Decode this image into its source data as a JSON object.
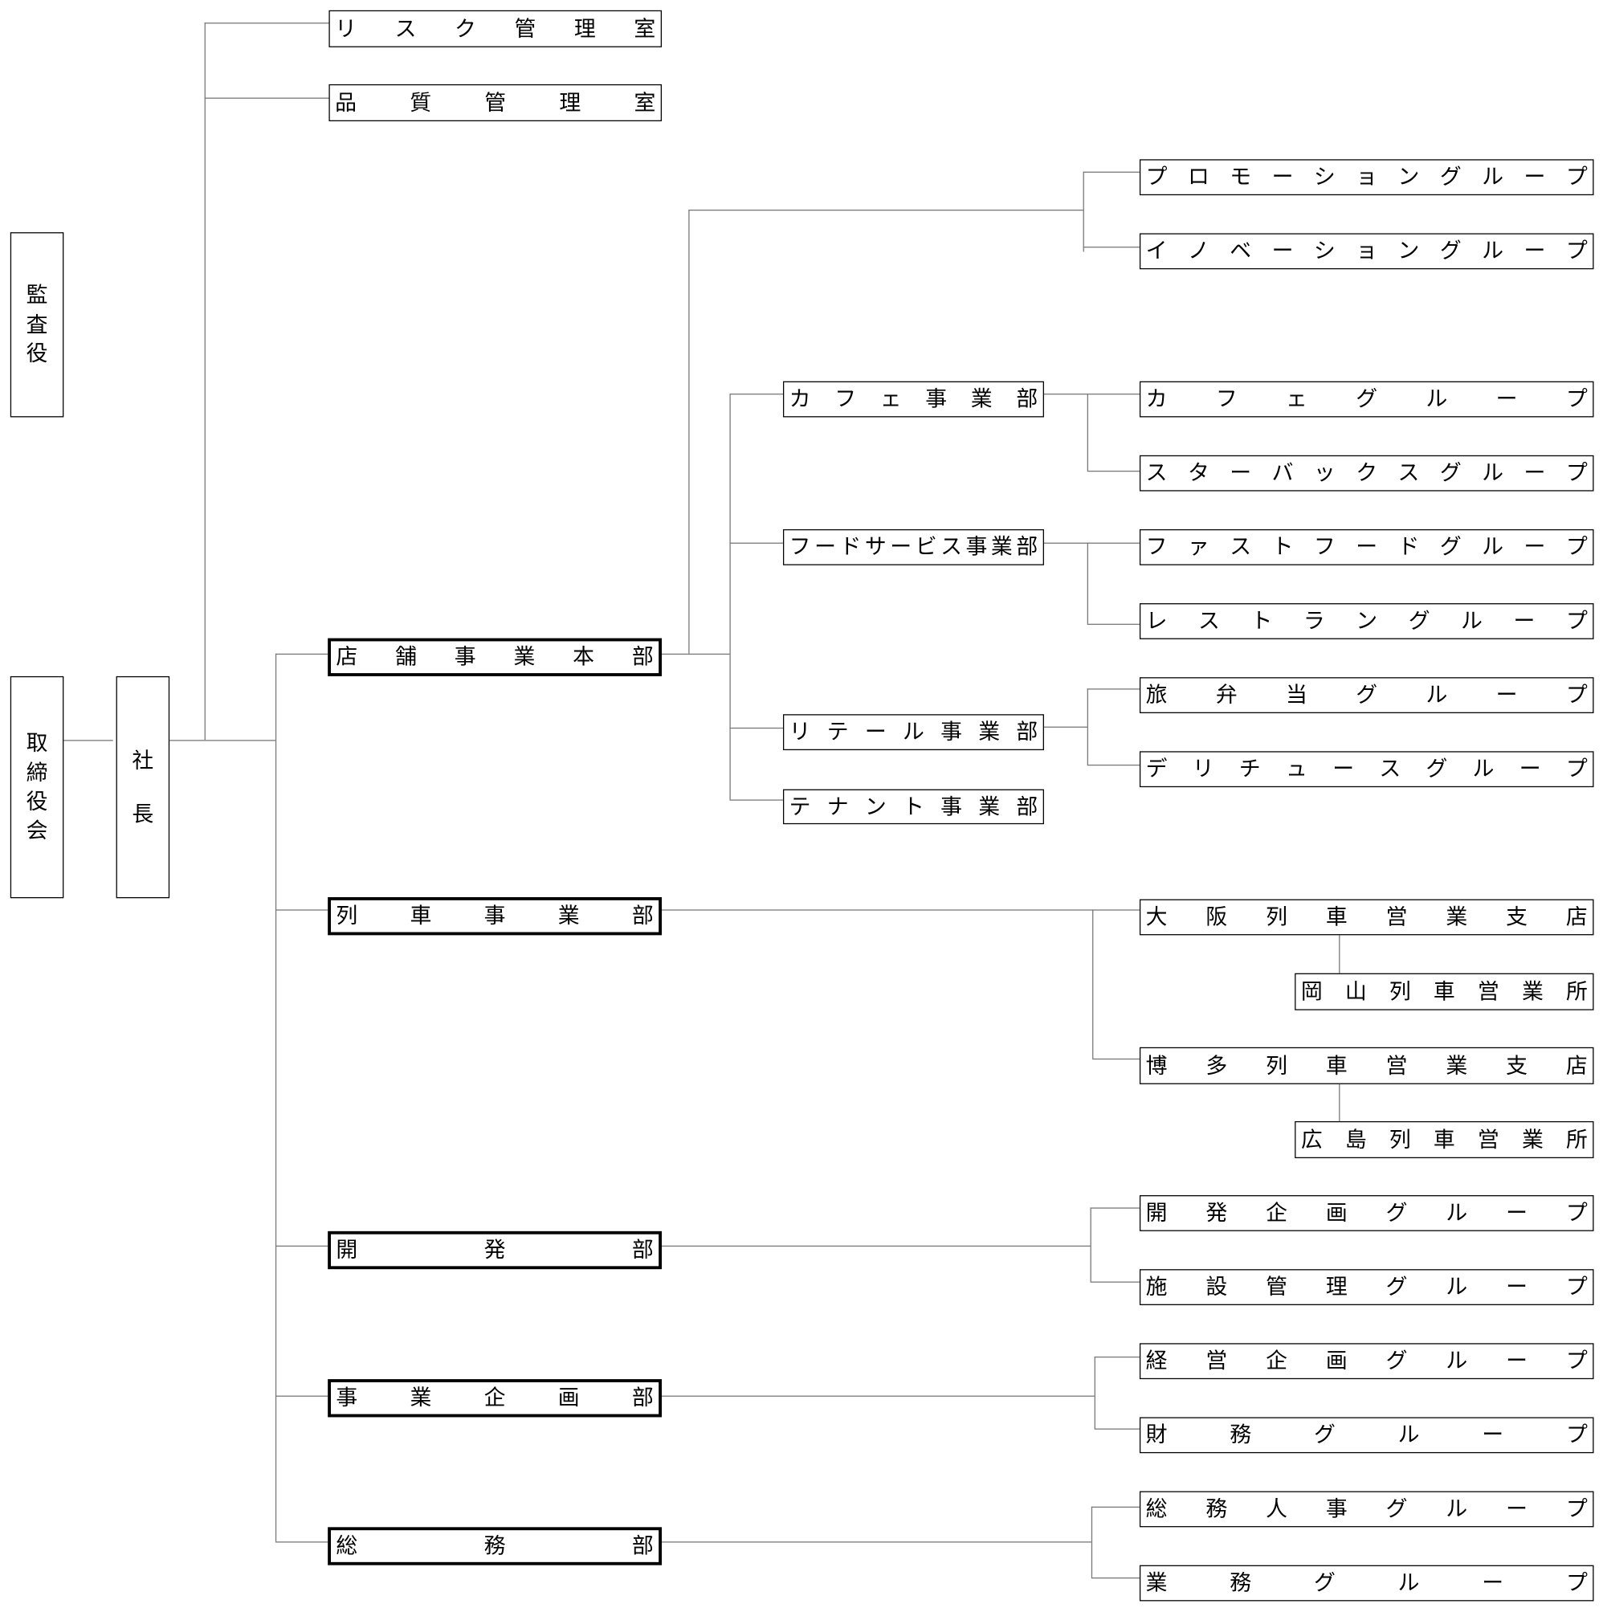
{
  "board": {
    "auditor": "監査役",
    "directors": "取締役会",
    "president": "社長"
  },
  "staff": {
    "risk": "リスク管理室",
    "quality": "品質管理室"
  },
  "departments": {
    "store_hq": "店舗事業本部",
    "train": "列車事業部",
    "development": "開発部",
    "planning": "事業企画部",
    "general_affairs": "総務部"
  },
  "store_divisions": {
    "cafe": "カフェ事業部",
    "foodservice": "フードサービス事業部",
    "retail": "リテール事業部",
    "tenant": "テナント事業部"
  },
  "groups": {
    "promotion": "プロモーショングループ",
    "innovation": "イノベーショングループ",
    "cafe": "カフェグループ",
    "starbucks": "スターバックスグループ",
    "fastfood": "ファストフードグループ",
    "restaurant": "レストラングループ",
    "tabibento": "旅弁当グループ",
    "delichus": "デリチュースグループ",
    "osaka": "大阪列車営業支店",
    "okayama": "岡山列車営業所",
    "hakata": "博多列車営業支店",
    "hiroshima": "広島列車営業所",
    "dev_planning": "開発企画グループ",
    "facilities": "施設管理グループ",
    "mgmt_planning": "経営企画グループ",
    "finance": "財務グループ",
    "hr": "総務人事グループ",
    "operations": "業務グループ"
  }
}
